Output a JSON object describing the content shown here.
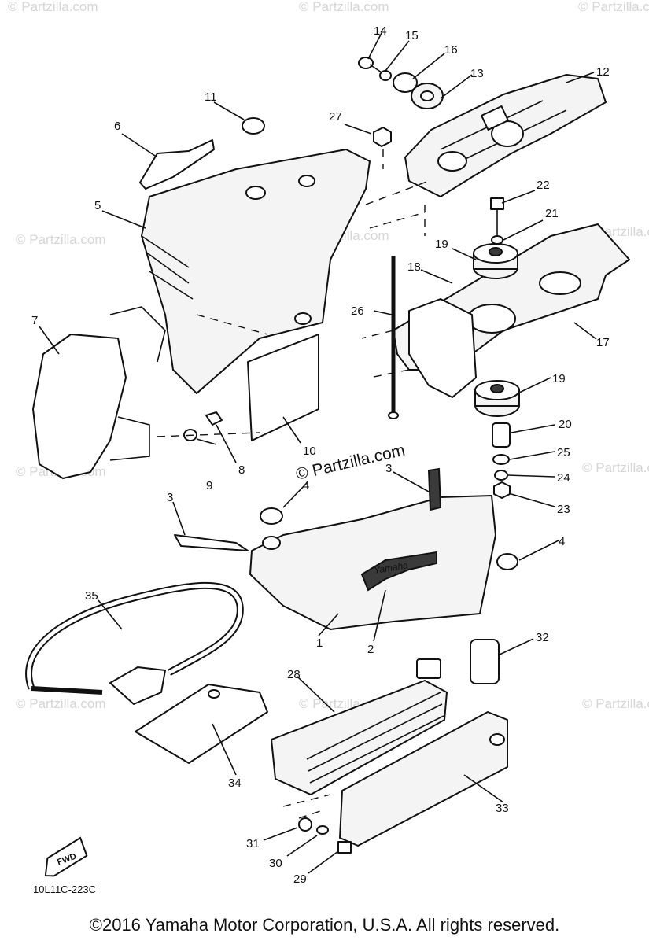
{
  "watermarks": {
    "site": "© Partzilla.com",
    "center": "© Partzilla.com"
  },
  "callouts": [
    "1",
    "2",
    "3",
    "3",
    "4",
    "4",
    "5",
    "6",
    "7",
    "8",
    "9",
    "10",
    "11",
    "12",
    "13",
    "14",
    "15",
    "16",
    "17",
    "18",
    "19",
    "19",
    "20",
    "21",
    "22",
    "23",
    "24",
    "25",
    "26",
    "27",
    "28",
    "29",
    "30",
    "31",
    "32",
    "33",
    "34",
    "35"
  ],
  "logo_text": "Yamaha",
  "front_arrow": "FWD",
  "diagram_code": "10L11C-223C",
  "copyright": "©2016  Yamaha Motor Corporation, U.S.A. All rights reserved."
}
